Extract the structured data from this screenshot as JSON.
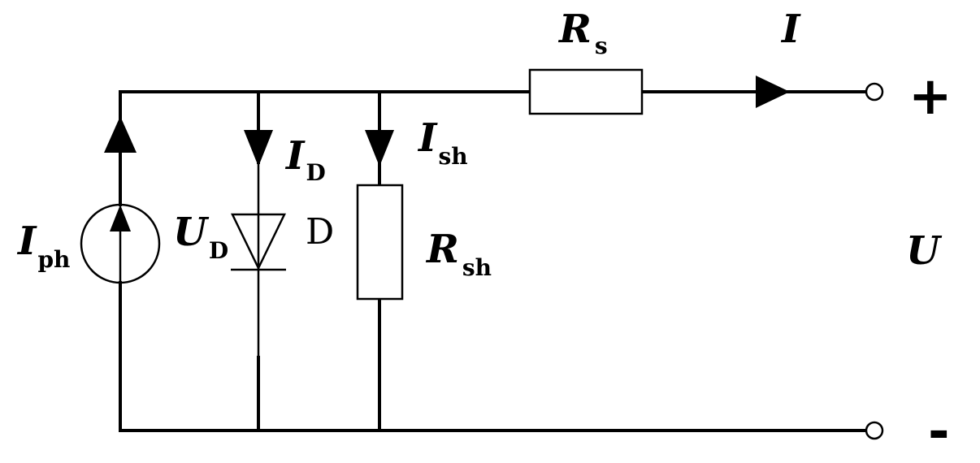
{
  "labels": {
    "series_resistor": {
      "main": "R",
      "sub": "s"
    },
    "output_current": {
      "main": "I"
    },
    "diode_current": {
      "main": "I",
      "sub": "D"
    },
    "shunt_current": {
      "main": "I",
      "sub": "sh"
    },
    "photo_current": {
      "main": "I",
      "sub": "ph"
    },
    "diode_voltage": {
      "main": "U",
      "sub": "D"
    },
    "diode_name": "D",
    "shunt_resistor": {
      "main": "R",
      "sub": "sh"
    },
    "output_voltage": {
      "main": "U"
    },
    "positive_terminal": "+",
    "negative_terminal": "-"
  }
}
